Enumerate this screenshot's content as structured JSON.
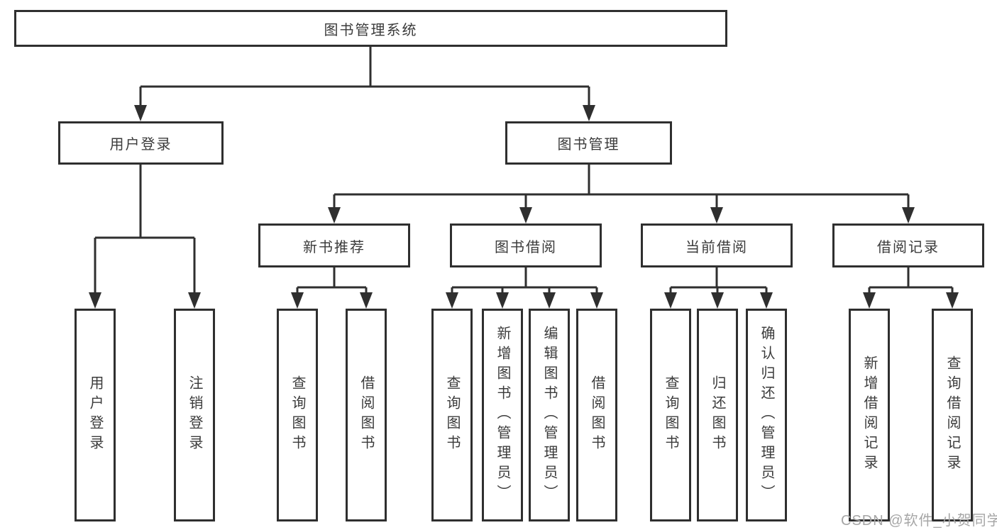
{
  "colors": {
    "line": "#2f2f2f",
    "text": "#3b3b3b",
    "watermark_text": "#a6a6a6",
    "background": "#ffffff"
  },
  "watermark": "CSDN @软件_小贺同学",
  "tree": {
    "label": "图书管理系统",
    "children": [
      {
        "label": "用户登录",
        "children": [
          {
            "label": "用户登录"
          },
          {
            "label": "注销登录"
          }
        ]
      },
      {
        "label": "图书管理",
        "children": [
          {
            "label": "新书推荐",
            "children": [
              {
                "label": "查询图书"
              },
              {
                "label": "借阅图书"
              }
            ]
          },
          {
            "label": "图书借阅",
            "children": [
              {
                "label": "查询图书"
              },
              {
                "label": "新增图书（管理员）"
              },
              {
                "label": "编辑图书（管理员）"
              },
              {
                "label": "借阅图书"
              }
            ]
          },
          {
            "label": "当前借阅",
            "children": [
              {
                "label": "查询图书"
              },
              {
                "label": "归还图书"
              },
              {
                "label": "确认归还（管理员）"
              }
            ]
          },
          {
            "label": "借阅记录",
            "children": [
              {
                "label": "新增借阅记录"
              },
              {
                "label": "查询借阅记录"
              }
            ]
          }
        ]
      }
    ]
  }
}
